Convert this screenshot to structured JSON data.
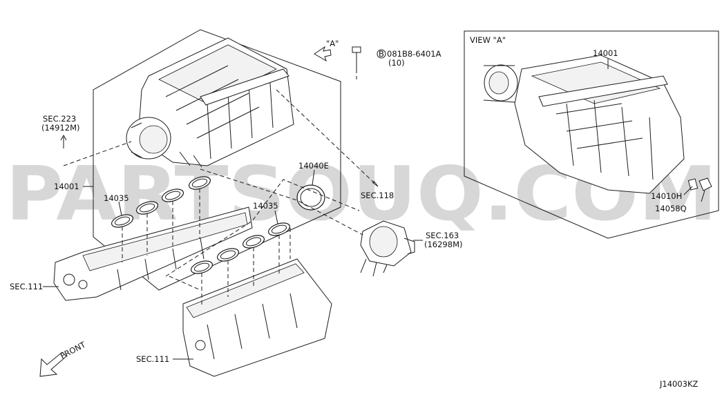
{
  "watermark": "PARTSOUQ.COM",
  "diagram_code": "J14003KZ",
  "view_label": "VIEW \"A\"",
  "arrow_label": "\"A\"",
  "front_label": "FRONT",
  "bolt": {
    "code_symbol": "B",
    "code": "081B8-6401A",
    "qty": "(10)"
  },
  "labels": {
    "sec223": "SEC.223",
    "sec223_sub": "(14912M)",
    "p14001_left": "14001",
    "p14035_left": "14035",
    "p14035_right": "14035",
    "p14040e": "14040E",
    "sec118": "SEC.118",
    "sec163": "SEC.163",
    "sec163_sub": "(16298M)",
    "sec111_upper": "SEC.111",
    "sec111_lower": "SEC.111",
    "p14001_right": "14001",
    "p14010h": "14010H",
    "p14058q": "14058Q"
  },
  "colors": {
    "line": "#1a1a1a",
    "watermark": "#c9c9c9",
    "background": "#ffffff"
  }
}
